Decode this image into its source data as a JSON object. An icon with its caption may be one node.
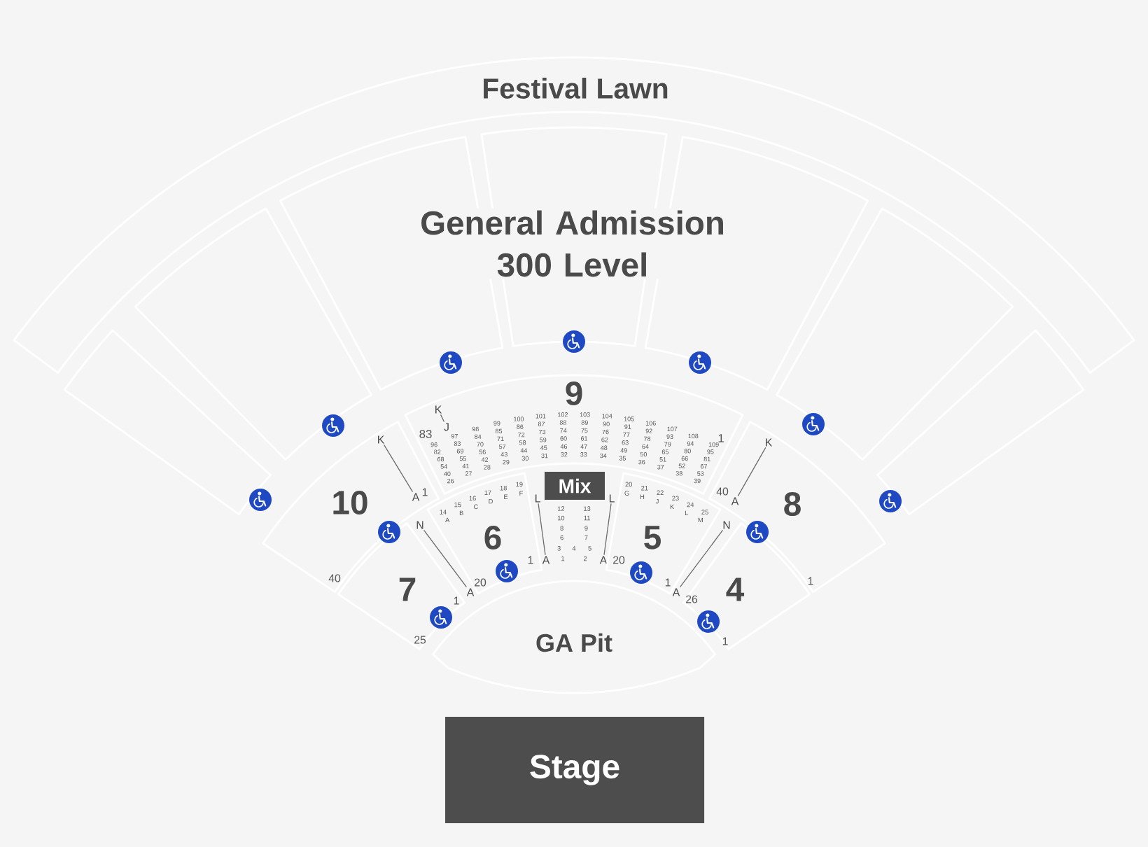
{
  "diagram": {
    "nodes": [
      {
        "text": [
          "Festival Lawn"
        ]
      },
      {
        "text": [
          "General Admission 300 Level"
        ]
      },
      {
        "text": [],
        "shape": "box"
      },
      {
        "text": [],
        "shape": "box"
      },
      {
        "text": [],
        "shape": "box"
      },
      {
        "text": [],
        "shape": "box"
      },
      {
        "text": [
          "9",
          "83",
          "96",
          "97",
          "98",
          "99",
          "100",
          "101",
          "102",
          "103",
          "104",
          "105",
          "106",
          "107",
          "108",
          "109",
          "1",
          "82",
          "83",
          "84",
          "85",
          "86",
          "87",
          "88",
          "89",
          "90",
          "91",
          "92",
          "93",
          "94",
          "95",
          "68",
          "69",
          "70",
          "71",
          "72",
          "73",
          "74",
          "75",
          "76",
          "77",
          "78",
          "79",
          "80",
          "81",
          "54",
          "55",
          "56",
          "57",
          "58",
          "59",
          "60",
          "61",
          "62",
          "63",
          "64",
          "65",
          "66",
          "67",
          "40",
          "41",
          "42",
          "43",
          "44",
          "45",
          "46",
          "47",
          "48",
          "49",
          "50",
          "51",
          "52",
          "53",
          "26",
          "27",
          "28",
          "29",
          "30",
          "31",
          "32",
          "33",
          "34",
          "35",
          "36",
          "37",
          "38",
          "39"
        ]
      },
      {
        "text": [
          "K"
        ],
        "in": 6
      },
      {
        "text": [
          "J"
        ],
        "in": 6
      },
      {
        "text": [
          "10",
          "1",
          "40"
        ]
      },
      {
        "text": [
          "K"
        ],
        "in": 9
      },
      {
        "text": [
          "A"
        ],
        "in": 9
      },
      {
        "text": [
          "8",
          "40",
          "1"
        ]
      },
      {
        "text": [
          "K"
        ],
        "in": 12
      },
      {
        "text": [
          "A"
        ],
        "in": 12
      },
      {
        "text": [
          "6",
          "14",
          "A",
          "15",
          "B",
          "16",
          "C",
          "17",
          "D",
          "18",
          "E",
          "19",
          "F",
          "1",
          "20"
        ]
      },
      {
        "text": [
          "N"
        ]
      },
      {
        "text": [
          "A"
        ]
      },
      {
        "text": [
          "Mix"
        ]
      },
      {
        "text": [
          "L"
        ]
      },
      {
        "text": [
          "A"
        ]
      },
      {
        "text": [
          "L"
        ]
      },
      {
        "text": [
          "A"
        ]
      },
      {
        "text": [
          "5",
          "20",
          "G",
          "21",
          "H",
          "22",
          "J",
          "23",
          "K",
          "24",
          "L",
          "25",
          "M",
          "20",
          "1"
        ]
      },
      {
        "text": [
          "N"
        ]
      },
      {
        "text": [
          "A"
        ]
      },
      {
        "text": [
          "7",
          "1",
          "25"
        ]
      },
      {
        "text": [
          "26",
          "4",
          "1"
        ]
      },
      {
        "text": [
          "GA Pit"
        ]
      },
      {
        "text": [
          "Stage"
        ]
      }
    ],
    "edges": [
      {
        "from": 7,
        "to": 8,
        "arrow": "none"
      },
      {
        "from": 10,
        "to": 11,
        "arrow": "none"
      },
      {
        "from": 13,
        "to": 14,
        "arrow": "none"
      },
      {
        "from": 16,
        "to": 17,
        "arrow": "none"
      },
      {
        "from": 19,
        "to": 20,
        "arrow": "none"
      },
      {
        "from": 21,
        "to": 22,
        "arrow": "none"
      },
      {
        "from": 24,
        "to": 25,
        "arrow": "none"
      }
    ],
    "labels": [
      "12",
      "13",
      "10",
      "11",
      "8",
      "9",
      "6",
      "7",
      "3",
      "4",
      "5",
      "1",
      "2"
    ]
  }
}
